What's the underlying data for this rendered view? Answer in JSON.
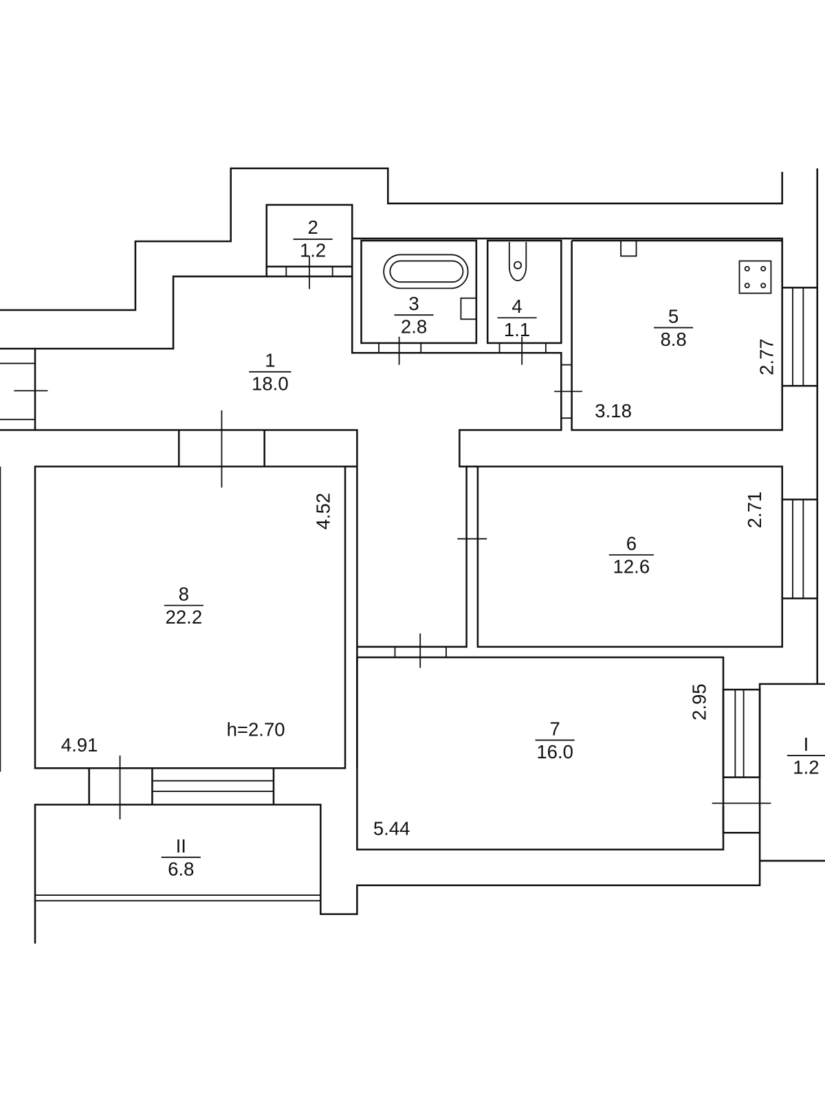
{
  "plan": {
    "ceiling_height": "h=2.70",
    "rooms": [
      {
        "number": "1",
        "area": "18.0"
      },
      {
        "number": "2",
        "area": "1.2"
      },
      {
        "number": "3",
        "area": "2.8"
      },
      {
        "number": "4",
        "area": "1.1"
      },
      {
        "number": "5",
        "area": "8.8"
      },
      {
        "number": "6",
        "area": "12.6"
      },
      {
        "number": "7",
        "area": "16.0"
      },
      {
        "number": "8",
        "area": "22.2"
      },
      {
        "number": "I",
        "area": "1.2"
      },
      {
        "number": "II",
        "area": "6.8"
      }
    ],
    "dimensions": {
      "room5_width": "3.18",
      "room5_depth": "2.77",
      "room6_depth": "2.71",
      "room8_depth": "4.52",
      "room8_width": "4.91",
      "room7_depth": "2.95",
      "room7_width": "5.44"
    }
  }
}
